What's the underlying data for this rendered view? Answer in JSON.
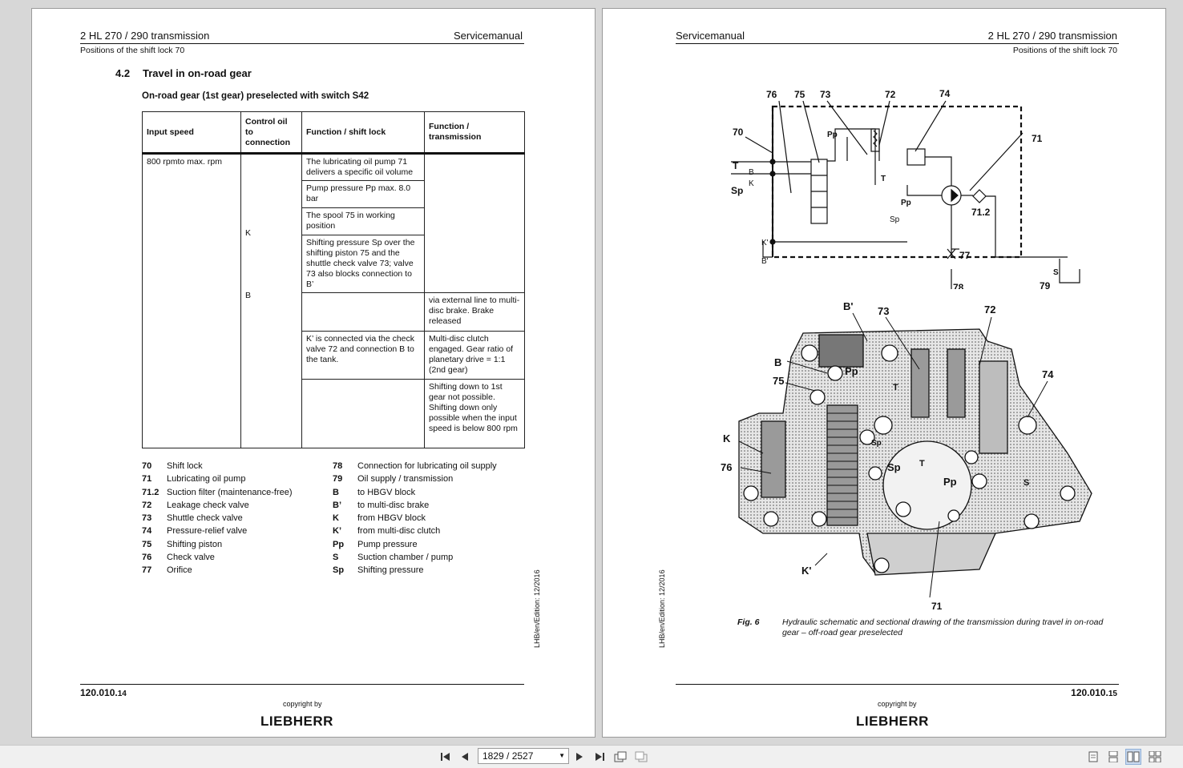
{
  "left_page": {
    "header_left": "2 HL 270 / 290 transmission",
    "header_right": "Servicemanual",
    "subheader": "Positions of the shift lock 70",
    "section_num": "4.2",
    "section_title": "Travel in on-road gear",
    "caption": "On-road gear (1st gear) preselected with switch S42",
    "table": {
      "headers": [
        "Input speed",
        "Control oil to connection",
        "Function / shift lock",
        "Function / transmission"
      ],
      "input_speed": "800 rpmto max. rpm",
      "conn_k": "K",
      "conn_b": "B",
      "shift_lock": [
        "The lubricating oil pump 71 delivers a specific oil volume",
        "Pump pressure Pp max. 8.0 bar",
        "The spool 75 in working position",
        "Shifting pressure Sp over the shifting piston 75 and the shuttle check valve 73; valve 73 also blocks connection to B’",
        "",
        "K’ is connected via the check valve 72 and connection B to the tank.",
        ""
      ],
      "transmission": [
        "via external line to multi-disc brake. Brake released",
        "Multi-disc clutch engaged. Gear ratio of planetary drive = 1:1 (2nd gear)",
        "Shifting down to 1st gear not possible. Shifting down only possible when the input speed is below 800 rpm"
      ]
    },
    "legend_left": [
      {
        "code": "70",
        "text": "Shift lock"
      },
      {
        "code": "71",
        "text": "Lubricating oil pump"
      },
      {
        "code": "71.2",
        "text": "Suction filter (maintenance-free)"
      },
      {
        "code": "72",
        "text": "Leakage check valve"
      },
      {
        "code": "73",
        "text": "Shuttle check valve"
      },
      {
        "code": "74",
        "text": "Pressure-relief valve"
      },
      {
        "code": "75",
        "text": "Shifting piston"
      },
      {
        "code": "76",
        "text": "Check valve"
      },
      {
        "code": "77",
        "text": "Orifice"
      }
    ],
    "legend_right": [
      {
        "code": "78",
        "text": "Connection for lubricating oil supply"
      },
      {
        "code": "79",
        "text": "Oil supply / transmission"
      },
      {
        "code": "B",
        "text": "to HBGV block"
      },
      {
        "code": "B’",
        "text": "to multi-disc brake"
      },
      {
        "code": "K",
        "text": "from HBGV block"
      },
      {
        "code": "K’",
        "text": "from multi-disc clutch"
      },
      {
        "code": "Pp",
        "text": "Pump pressure"
      },
      {
        "code": "S",
        "text": "Suction chamber / pump"
      },
      {
        "code": "Sp",
        "text": "Shifting pressure"
      }
    ],
    "edition": "LHB/en/Edition: 12/2016",
    "page_number_main": "120.010.",
    "page_number_sub": "14",
    "copyright": "copyright by",
    "logo": "LIEBHERR"
  },
  "right_page": {
    "header_left": "Servicemanual",
    "header_right": "2 HL 270 / 290 transmission",
    "subheader": "Positions of the shift lock 70",
    "schematic_labels": {
      "top": [
        "76",
        "75",
        "73",
        "72",
        "74"
      ],
      "n70": "70",
      "n71": "71",
      "n712": "71.2",
      "n77": "77",
      "n78": "78",
      "n79": "79",
      "t": "T",
      "b": "B",
      "k": "K",
      "sp": "Sp",
      "pp": "Pp",
      "kp": "K'",
      "bp": "B'",
      "s": "S"
    },
    "section_labels": {
      "bp": "B'",
      "n73": "73",
      "n72": "72",
      "b": "B",
      "n75": "75",
      "n74": "74",
      "k": "K",
      "n76": "76",
      "pp": "Pp",
      "t": "T",
      "sp": "Sp",
      "s": "S",
      "kp": "K'",
      "n71": "71"
    },
    "fig_label": "Fig. 6",
    "fig_caption": "Hydraulic schematic and sectional drawing of the transmission during travel in on-road gear – off-road gear preselected",
    "edition": "LHB/en/Edition: 12/2016",
    "page_number_main": "120.010.",
    "page_number_sub": "15",
    "copyright": "copyright by",
    "logo": "LIEBHERR"
  },
  "toolbar": {
    "current_page": "1829 / 2527",
    "icons": [
      "first-page-icon",
      "prev-page-icon",
      "next-page-icon",
      "last-page-icon",
      "go-back-icon",
      "go-forward-icon",
      "single-page-icon",
      "continuous-icon",
      "two-page-icon",
      "two-page-continuous-icon"
    ]
  }
}
